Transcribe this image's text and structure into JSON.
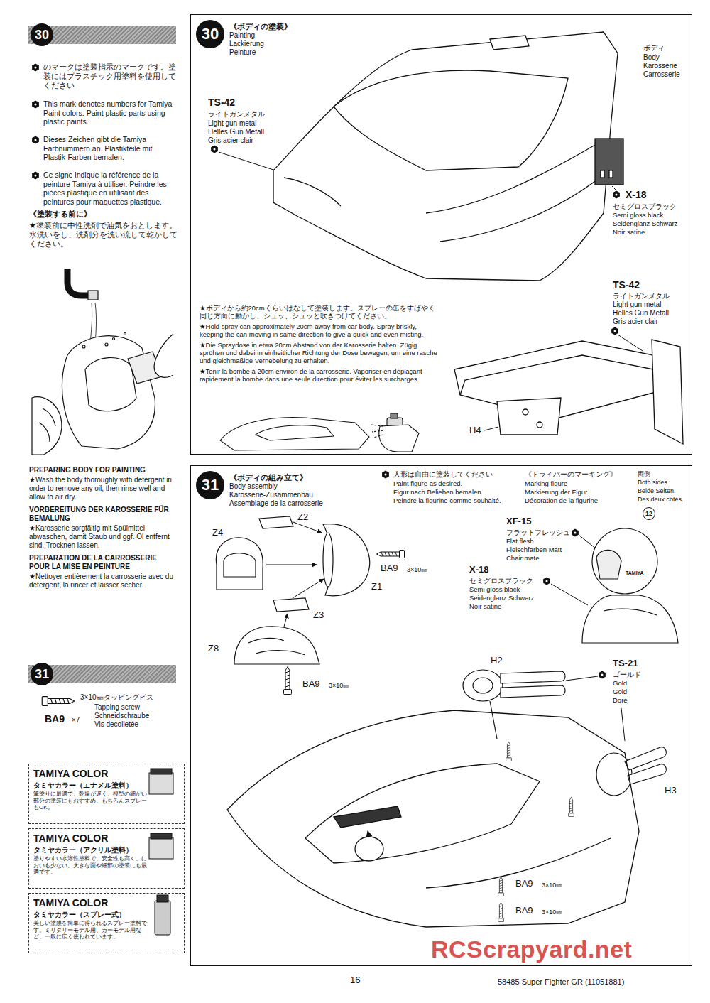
{
  "diagram": {
    "nodes": [
      {
        "text": [
          "30"
        ]
      },
      {
        "text": [
          "31"
        ]
      },
      {
        "text": [
          "TAMIYA COLOR",
          "タミヤカラー（エナメル塗料）",
          "筆塗りに最適で、乾燥が遅く、模型の細かい部分の塗装にもおすすめ。もちろんスプレーもOK。"
        ]
      },
      {
        "text": [
          "TAMIYA COLOR",
          "タミヤカラー（アクリル塗料）",
          "塗りやすい水溶性塗料で、安全性も高く、においも少ない。大きな面や細部の塗装にも最適です。"
        ]
      },
      {
        "text": [
          "TAMIYA COLOR",
          "タミヤカラー（スプレー式）",
          "美しい塗膜を簡単に得られるスプレー塗料です。ミリタリーモデル用、カーモデル用など、一般に広く使われています。"
        ]
      },
      {
        "text": [
          "30",
          "《ボディの塗装》",
          "Painting",
          "Lackierung",
          "Peinture"
        ]
      },
      {
        "text": [
          "31",
          "《ボディの組み立て》",
          "Body assembly",
          "Karosserie-Zusammenbau",
          "Assemblage de la carrosserie"
        ]
      }
    ],
    "labels": [
      "のマークは塗装指示のマークです。塗装にはプラスチック用塗料を使用してください",
      "This mark denotes numbers for Tamiya Paint colors. Paint plastic parts using plastic paints.",
      "Dieses Zeichen gibt die Tamiya Farbnummern an. Plastikteile mit Plastik-Farben bemalen.",
      "Ce signe indique la référence de la peinture Tamiya à utiliser. Peindre les pièces plastique en utilisant des peintures pour maquettes plastique.",
      "《塗装する前に》",
      "★塗装前に中性洗剤で油気をおとします。水洗いをし、洗剤分を洗い流して乾かしてください。",
      "PREPARING BODY FOR PAINTING",
      "★Wash the body thoroughly with detergent in order to remove any oil, then rinse well and allow to air dry.",
      "VORBEREITUNG DER KAROSSERIE FÜR BEMALUNG",
      "★Karosserie sorgfältig mit Spülmittel abwaschen, damit Staub und ggf. Öl entfernt sind. Trocknen lassen.",
      "PREPARATION DE LA CARROSSERIE POUR LA MISE EN PEINTURE",
      "★Nettoyer entièrement la carrosserie avec du détergent, la rincer et laisser sécher.",
      "3×10㎜タッピングビス",
      "Tapping screw",
      "Schneidschraube",
      "Vis decolletée",
      "BA9",
      "×7",
      "ボディ",
      "Body",
      "Karosserie",
      "Carrosserie",
      "TS-42",
      "ライトガンメタル",
      "Light gun metal",
      "Helles Gun Metall",
      "Gris acier clair",
      "X-18",
      "セミグロスブラック",
      "Semi gloss black",
      "Seidenglanz Schwarz",
      "Noir satine",
      "★ボディから約20cmくらいはなして塗装します。スプレーの缶をすばやく同じ方向に動かし、シュッ、シュッと吹きつけてください。",
      "★Hold spray can approximately 20cm away from car body. Spray briskly, keeping the can moving in same direction to give a quick and even misting.",
      "★Die Spraydose in etwa 20cm Abstand von der Karosserie halten. Zügig sprühen und dabei in einheitlicher Richtung der Dose bewegen, um eine rasche und gleichmäßige Vernebelung zu erhalten.",
      "★Tenir la bombe à 20cm environ de la carrosserie. Vaporiser en déplaçant rapidement la bombe dans une seule direction pour éviter les surcharges.",
      "TS-42",
      "ライトガンメタル",
      "Light gun metal",
      "Helles Gun Metall",
      "Gris acier clair",
      "H4",
      "人形は自由に塗装してください",
      "Paint figure as desired.",
      "Figur nach Belieben bemalen.",
      "Peindre la figurine comme souhaité.",
      "《ドライバーのマーキング》",
      "Marking figure",
      "Markierung der Figur",
      "Décoration de la figurine",
      "両側",
      "Both sides.",
      "Beide Seiten.",
      "Des deux côtés.",
      "12",
      "XF-15",
      "フラットフレッシュ",
      "Flat flesh",
      "Fleischfarben Matt",
      "Chair mate",
      "X-18",
      "セミグロスブラック",
      "Semi gloss black",
      "Seidenglanz Schwarz",
      "Noir satine",
      "Z2",
      "Z4",
      "Z1",
      "Z3",
      "Z8",
      "BA9",
      "3×10㎜",
      "BA9",
      "3×10㎜",
      "H2",
      "TS-21",
      "ゴールド",
      "Gold",
      "Gold",
      "Doré",
      "H3",
      "BA9",
      "3×10㎜",
      "BA9",
      "3×10㎜",
      "16",
      "58485 Super Fighter GR (11051881)",
      "RCScrapyard.net",
      "TAMIYA"
    ]
  }
}
